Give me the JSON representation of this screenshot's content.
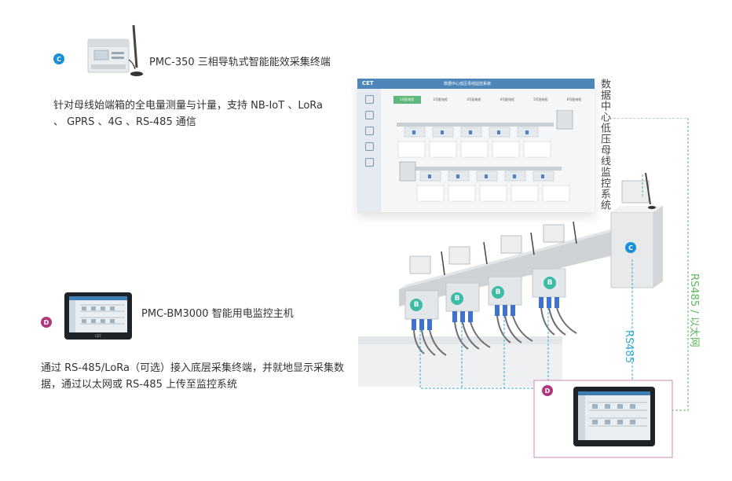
{
  "section_c": {
    "badge": "C",
    "title": "PMC-350 三相导轨式智能能效采集终端",
    "desc": "针对母线始端箱的全电量测量与计量，支持 NB-IoT 、LoRa 、 GPRS 、4G 、RS-485 通信"
  },
  "section_d": {
    "badge": "D",
    "title": "PMC-BM3000 智能用电监控主机",
    "desc": "通过 RS-485/LoRa（可选）接入底层采集终端，并就地显示采集数据，通过以太网或 RS-485 上传至监控系统"
  },
  "monitor_screen": {
    "logo": "CET",
    "title": "数据中心低压母线监控系统",
    "side_label": "数据中心低压母线监控系统",
    "tabs": [
      "1号配电柜",
      "2号配电柜",
      "3号配电柜",
      "4号配电柜",
      "5号配电柜",
      "6号配电柜"
    ]
  },
  "diagram": {
    "badge_c": "C",
    "badge_d": "D",
    "badges_b": [
      "B",
      "B",
      "B",
      "B"
    ],
    "label_rs485": "RS485",
    "label_rs485_ethernet": "RS485 / 以太网",
    "device_logo": "CET"
  },
  "colors": {
    "badge_c": "#1a8fd6",
    "badge_d": "#b0397d",
    "badge_b": "#3cbca6",
    "line_blue": "#35a9d6",
    "line_green": "#5cb85c",
    "frame_d": "#c98bb5"
  }
}
